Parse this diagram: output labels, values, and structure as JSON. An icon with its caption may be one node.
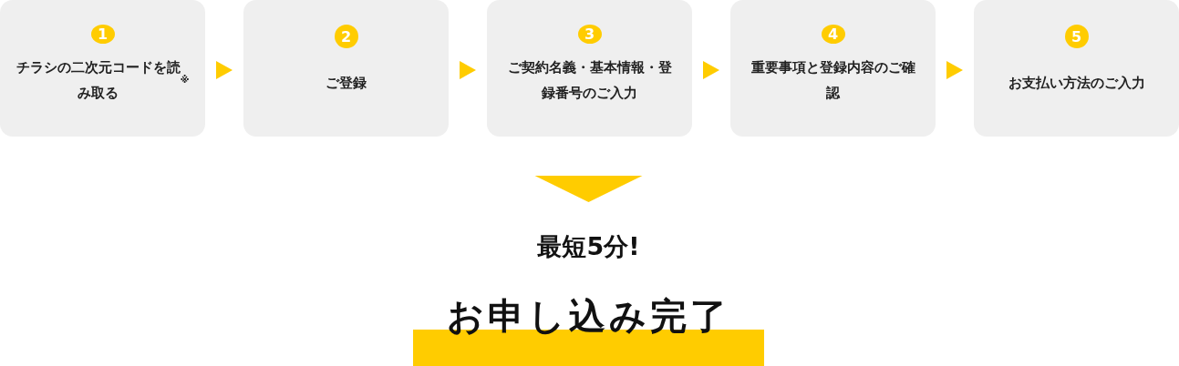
{
  "diagram": {
    "nodes": [
      {
        "text": [
          "1",
          "チラシの二次元コードを読み取る$^{※}$"
        ]
      },
      {
        "text": [
          "2",
          "ご登録"
        ]
      },
      {
        "text": [
          "3",
          "ご契約名義・基本情報・登録番号のご入力"
        ]
      },
      {
        "text": [
          "4",
          "重要事項と登録内容のご確認"
        ]
      },
      {
        "text": [
          "5",
          "お支払い方法のご入力"
        ]
      },
      {
        "text": [
          "お申し込み完了"
        ],
        "beside": [
          "最短5分!"
        ]
      }
    ],
    "edges": [
      {
        "from": 0,
        "to": 1,
        "arrow": "to"
      },
      {
        "from": 1,
        "to": 2,
        "arrow": "to"
      },
      {
        "from": 2,
        "to": 3,
        "arrow": "to"
      },
      {
        "from": 3,
        "to": 4,
        "arrow": "to"
      },
      {
        "from": null,
        "to": 5,
        "arrow": "to"
      }
    ]
  }
}
